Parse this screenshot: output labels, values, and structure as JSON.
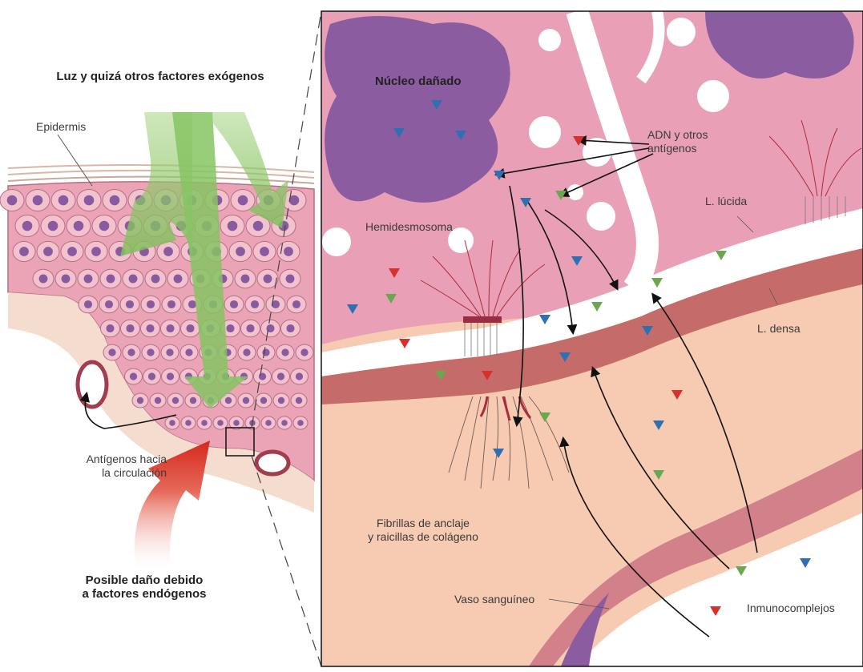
{
  "labels": {
    "exogenous": "Luz y quizá otros factores exógenos",
    "epidermis": "Epidermis",
    "nucleus": "Núcleo dañado",
    "dna": "ADN y otros\nantígenos",
    "hemidesmosome": "Hemidesmosoma",
    "lucida": "L. lúcida",
    "densa": "L. densa",
    "antigens_circ": "Antígenos hacia\nla circulación",
    "fibrils": "Fibrillas de anclaje\ny raicillas de colágeno",
    "endogenous": "Posible daño debido\na factores endógenos",
    "vessel": "Vaso sanguíneo",
    "immunocomplexes": "Inmunocomplejos"
  },
  "colors": {
    "skin_pink": "#e9a7b7",
    "cell_fill": "#f3c6d1",
    "nucleus_purple": "#8a5a9e",
    "green_arrow": "#8fc86a",
    "red_arrow": "#d8322a",
    "dermis": "#f7cbb4",
    "basement_band": "#c06a66",
    "antigen_blue": "#2f6fb3",
    "antigen_red": "#d9302b",
    "antigen_green": "#6aa84f"
  }
}
